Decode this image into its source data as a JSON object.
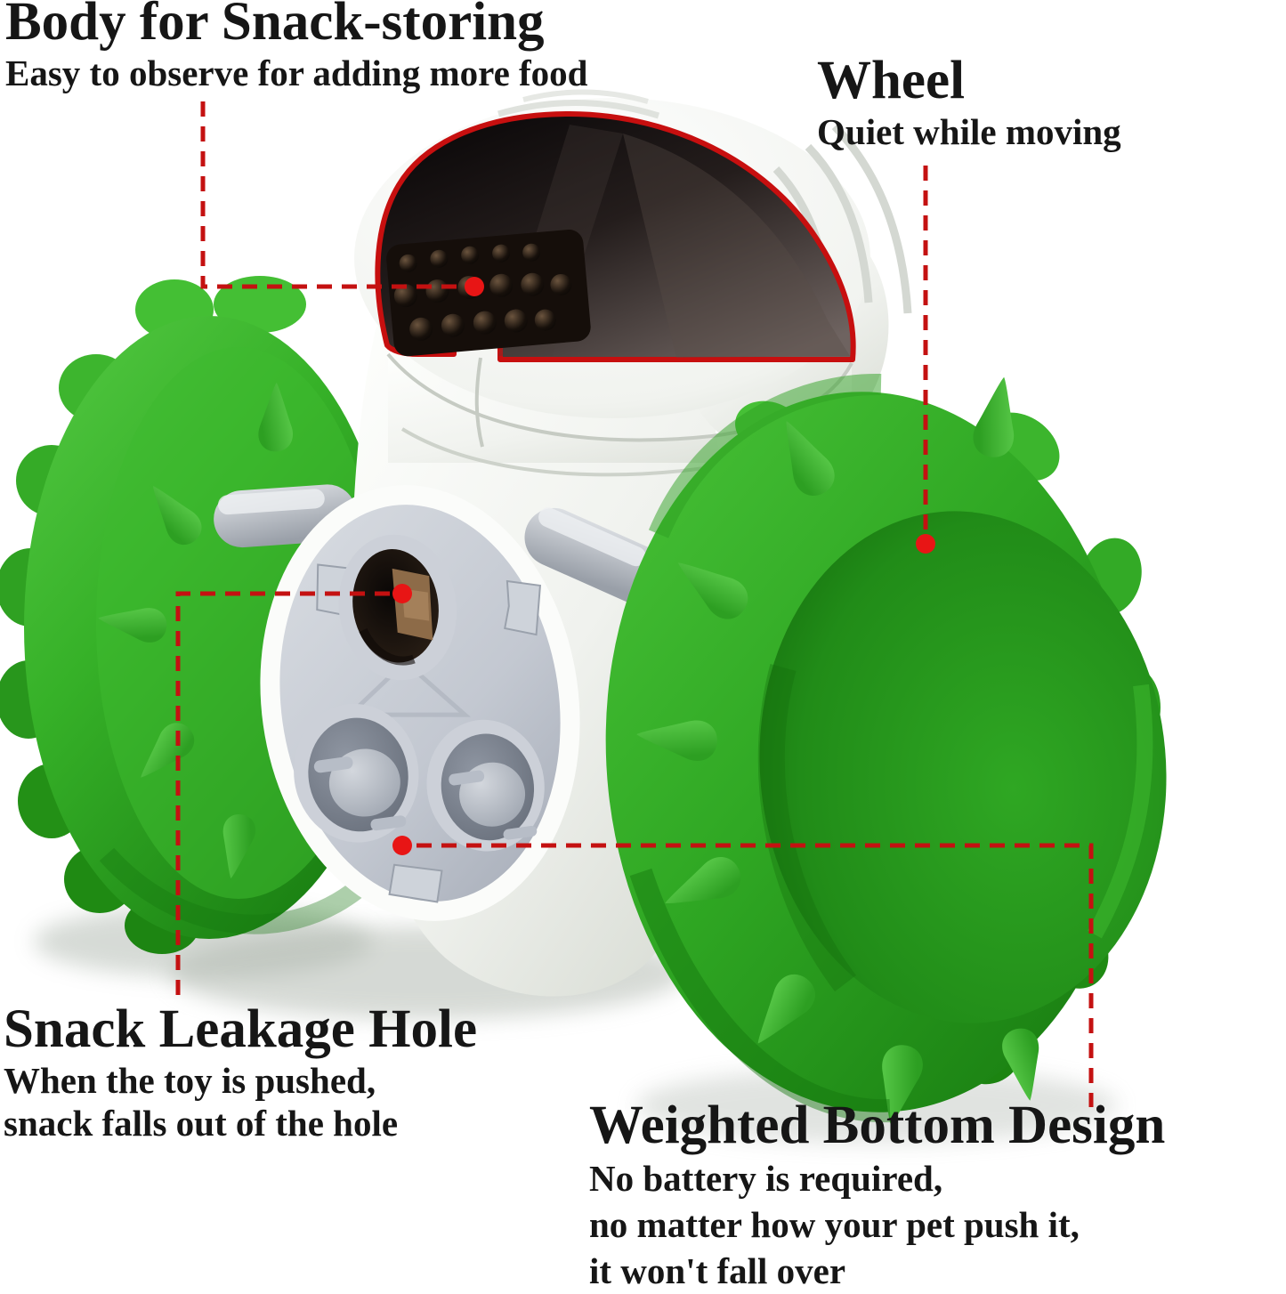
{
  "annotations": {
    "body_storing": {
      "title": "Body for Snack-storing",
      "desc": "Easy to observe for adding more food"
    },
    "wheel": {
      "title": "Wheel",
      "desc": "Quiet while moving"
    },
    "snack_hole": {
      "title": "Snack Leakage Hole",
      "desc1": "When the toy is pushed,",
      "desc2": "snack falls out of the hole"
    },
    "weighted_bottom": {
      "title": "Weighted Bottom Design",
      "desc1": "No battery is required,",
      "desc2": "no matter how your pet push it,",
      "desc3": "it won't fall over"
    }
  },
  "colors": {
    "background": "#ffffff",
    "text": "#161616",
    "callout_red": "#c41111",
    "wheel_green": "#3cbb2d",
    "wheel_green_dark": "#1d8a15",
    "body_white": "#f7f8f5",
    "plate_gray": "#c3c8d1",
    "visor_dark": "#1a1412",
    "treat_brown": "#8f6f4e"
  },
  "product": {
    "name": "pet slow-feeder robot toy",
    "parts": [
      "snack-storing body with transparent dome",
      "left wheel",
      "right wheel",
      "treat plate with leakage holes",
      "side handles",
      "weighted bottom"
    ]
  }
}
